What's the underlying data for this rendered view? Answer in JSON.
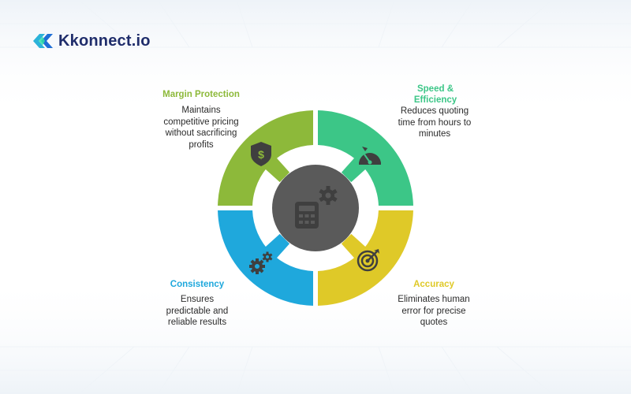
{
  "brand": {
    "name": "Kkonnect.io"
  },
  "colors": {
    "margin": "#8db93a",
    "speed": "#3cc687",
    "accuracy": "#dfc928",
    "consistency": "#1fa8dc",
    "center": "#5a5a5a",
    "icon": "#3f3f3f"
  },
  "segments": [
    {
      "id": "margin",
      "title": "Margin Protection",
      "description": "Maintains competitive pricing without sacrificing profits",
      "icon": "shield-dollar-icon"
    },
    {
      "id": "speed",
      "title": "Speed & Efficiency",
      "description": "Reduces quoting time from hours to minutes",
      "icon": "speedometer-icon"
    },
    {
      "id": "accuracy",
      "title": "Accuracy",
      "description": "Eliminates human error for precise quotes",
      "icon": "target-icon"
    },
    {
      "id": "consistency",
      "title": "Consistency",
      "description": "Ensures predictable and reliable results",
      "icon": "gears-icon"
    }
  ],
  "center": {
    "icon": "calculator-gear-icon"
  }
}
